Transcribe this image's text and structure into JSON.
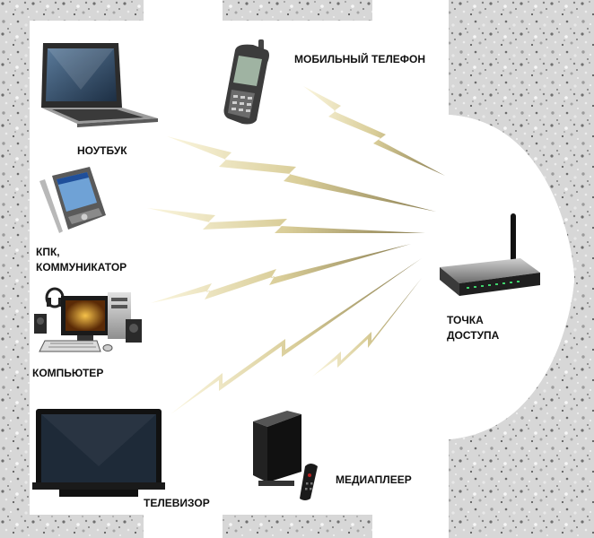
{
  "labels": {
    "phone": "МОБИЛЬНЫЙ ТЕЛЕФОН",
    "laptop": "НОУТБУК",
    "pda_line1": "КПК,",
    "pda_line2": "КОММУНИКАТОР",
    "computer": "КОМПЬЮТЕР",
    "tv": "ТЕЛЕВИЗОР",
    "media_player": "МЕДИАПЛЕЕР",
    "access_point_line1": "ТОЧКА",
    "access_point_line2": "ДОСТУПА"
  },
  "colors": {
    "wall_base": "#d9d9d9",
    "wall_dark": "#7a7a7a",
    "wall_light": "#f4f4f4",
    "room": "#ffffff",
    "bolt_light": "#fbf6df",
    "bolt_dark": "#8a7e52"
  },
  "icons": [
    "laptop-icon",
    "mobile-phone-icon",
    "pda-icon",
    "desktop-computer-icon",
    "tv-icon",
    "media-player-icon",
    "remote-control-icon",
    "wifi-router-icon"
  ]
}
